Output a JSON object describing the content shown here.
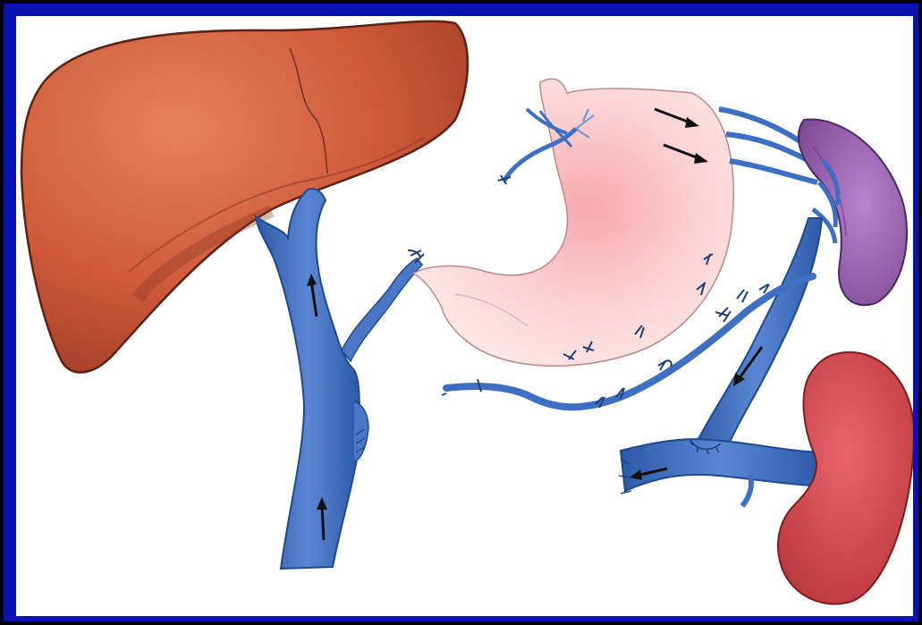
{
  "figure": {
    "colors": {
      "border_outer": "#000000",
      "border_blue": "#0a12b4",
      "background": "#ffffff",
      "liver": "#cf5a3a",
      "liver_shadow": "#a8402a",
      "stomach": "#fbd6d6",
      "stomach_blush": "#f6a9ae",
      "spleen": "#a46bbf",
      "kidney": "#d4474d",
      "vein": "#3f6fc2",
      "vein_dark": "#1f4a8e",
      "arrow": "#111111"
    },
    "organs": [
      "liver",
      "stomach",
      "spleen",
      "kidney"
    ],
    "icons": [
      "flow-arrow-icon",
      "ligature-icon",
      "anastomosis-icon"
    ]
  }
}
